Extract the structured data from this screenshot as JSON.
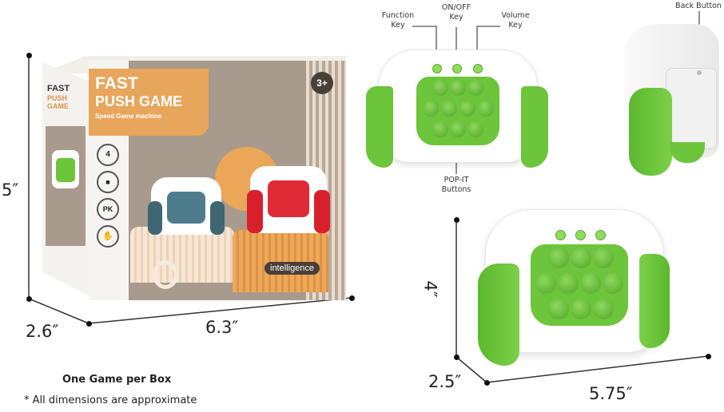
{
  "box": {
    "brand_line1": "FAST",
    "brand_line2": "PUSH GAME",
    "subtitle": "Speed Game machine",
    "age_badge": "3+",
    "side_brand1": "FAST",
    "side_brand2": "PUSH GAME",
    "pedestal_label": "intelligence",
    "feature_icons": [
      "age-4-icon",
      "puzzle-icon",
      "pk-icon",
      "hand-icon"
    ],
    "colors": {
      "orange": "#e8a65c",
      "taupe": "#a89a8c",
      "white": "#f6f4f1"
    }
  },
  "box_dimensions": {
    "height": "5″",
    "depth": "2.6″",
    "width": "6.3″"
  },
  "controller_callouts": {
    "function_key": [
      "Function",
      "Key"
    ],
    "onoff_key": [
      "ON/OFF",
      "Key"
    ],
    "volume_key": [
      "Volume",
      "Key"
    ],
    "popit_buttons": [
      "POP-IT",
      "Buttons"
    ],
    "back_button": "Back Button"
  },
  "controller_dimensions": {
    "height": "4″",
    "depth": "2.5″",
    "width": "5.75″"
  },
  "notes": {
    "per_box": "One Game per Box",
    "disclaimer": "* All dimensions are approximate"
  },
  "colors": {
    "green": "#6cc53a",
    "green_dark": "#4ea626",
    "white": "#ffffff"
  }
}
